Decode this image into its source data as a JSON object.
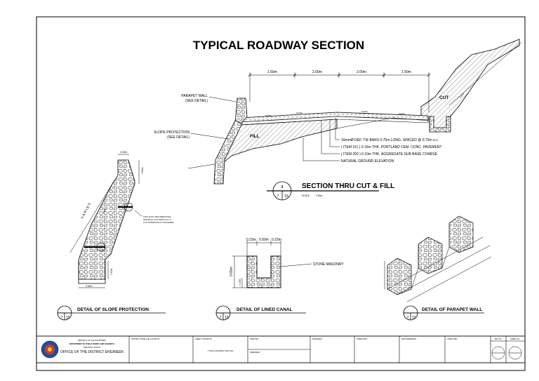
{
  "sheet_title": "TYPICAL ROADWAY SECTION",
  "main_section": {
    "dimensions": [
      "1.50m",
      "2.00m",
      "2.00m",
      "1.50m"
    ],
    "cut_label": "CUT",
    "fill_label": "FILL",
    "parapet_note": [
      "PARAPET WALL",
      "(SEE DETAIL)"
    ],
    "slope_note": [
      "SLOPE PROTECTION",
      "(SEE DETAIL)"
    ],
    "callouts": [
      "16mmØ DEF. TIE BARS 0.75m LONG. SPACED @ 0.75m o.c.",
      "( ITEM  311 ) 0.15m THK. PORTLAND CEM. CONC. PAVEMENT",
      "( ITEM  200 ) 0.10m THK. AGGREGATE SUB BASE COARSE",
      "NATURAL GROUND ELEVATION"
    ],
    "section_mark": {
      "number": "3",
      "ref_left": "7",
      "ref_right": "15"
    },
    "section_title": "SECTION THRU CUT & FILL",
    "scale_label": "SCALE",
    "scale_value": "1:50m"
  },
  "slope_detail": {
    "title": "DETAIL OF SLOPE PROTECTION",
    "ref_left": "7",
    "ref_right": "15",
    "top_dim": "0.30m",
    "side_dim": "0.60m",
    "varies_label": "V A R I E S",
    "weephole_note": [
      "0.05m Ø PVC PIPE WEEPHOLES",
      "SPACED @ 1.0 M VERTICALLY &",
      "2.0 M HORIZONTALLY STAGGERED"
    ],
    "base_height": "0.60m",
    "base_width": "0.40m",
    "mid_dim": "0.30m"
  },
  "canal_detail": {
    "title": "DETAIL OF LINED CANAL",
    "ref_left": "7",
    "ref_right": "15",
    "top_dims": [
      "0.15m",
      "0.50m",
      "0.15m"
    ],
    "height_outer": "0.65m",
    "height_inner": "0.15m",
    "material_note": "STONE MASONRY"
  },
  "parapet_detail": {
    "title": "DETAIL OF PARAPET WALL",
    "ref_left": "7",
    "ref_right": "15"
  },
  "title_block": {
    "agency_lines": [
      "REPUBLIC OF THE PHILIPPINES",
      "DEPARTMENT OF PUBLIC WORKS AND HIGHWAYS",
      "REGIONAL OFFICE"
    ],
    "office_name": "OFFICE OF THE DISTRICT ENGINEER",
    "project_header": "PROJECT NAME AND LOCATION:",
    "sheet_contents_header": "SHEET CONTENTS:",
    "sheet_contents": "TYPICAL ROADWAY SECTION",
    "drafted_header": "DRAFTED:",
    "prepared_header": "PREPARED:",
    "reviewed_header": "REVIEWED:",
    "submitted_header": "SUBMITTED:",
    "recommended_header": "RECOMMENDED:",
    "approved_header": "APPROVED:",
    "detail_header": "SET NO.",
    "sheet_header": "SHEET NO."
  }
}
